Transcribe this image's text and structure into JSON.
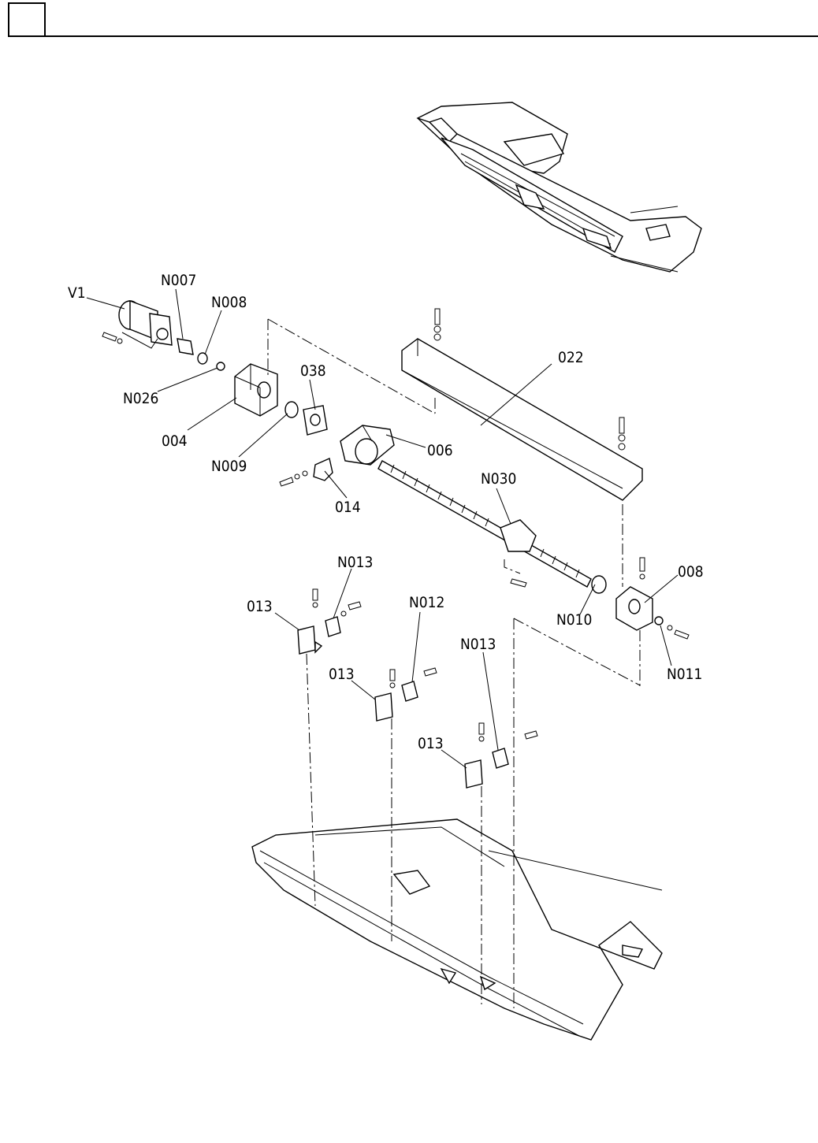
{
  "header": {
    "box_text": ""
  },
  "labels": {
    "V1": "V1",
    "N007": "N007",
    "N008": "N008",
    "N026": "N026",
    "004": "004",
    "038": "038",
    "N009": "N009",
    "022": "022",
    "006": "006",
    "014": "014",
    "N030": "N030",
    "N013_a": "N013",
    "013_a": "013",
    "N012": "N012",
    "013_b": "013",
    "N013_b": "N013",
    "013_c": "013",
    "008": "008",
    "N010": "N010",
    "N011": "N011"
  }
}
